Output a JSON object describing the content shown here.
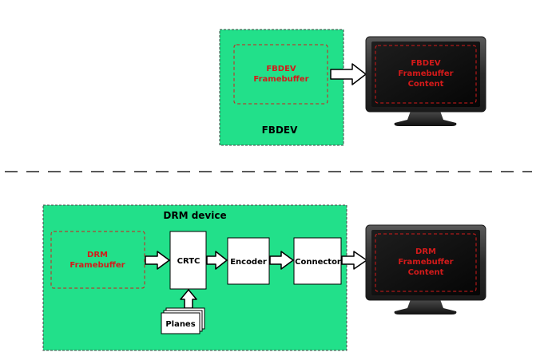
{
  "colors": {
    "device_fill": "#22e08a",
    "device_border": "#444444",
    "red_text": "#d41a1a",
    "box_fill": "#ffffff",
    "divider": "#222222",
    "screen": "#111111",
    "monitor_bezel": "#2c2c2c"
  },
  "fbdev": {
    "device_label": "FBDEV",
    "framebuffer_line1": "FBDEV",
    "framebuffer_line2": "Framebuffer",
    "monitor_line1": "FBDEV",
    "monitor_line2": "Framebuffer",
    "monitor_line3": "Content"
  },
  "drm": {
    "device_label": "DRM device",
    "framebuffer_line1": "DRM",
    "framebuffer_line2": "Framebuffer",
    "crtc_label": "CRTC",
    "encoder_label": "Encoder",
    "connector_label": "Connector",
    "planes_label": "Planes",
    "monitor_line1": "DRM",
    "monitor_line2": "Framebuffer",
    "monitor_line3": "Content"
  }
}
